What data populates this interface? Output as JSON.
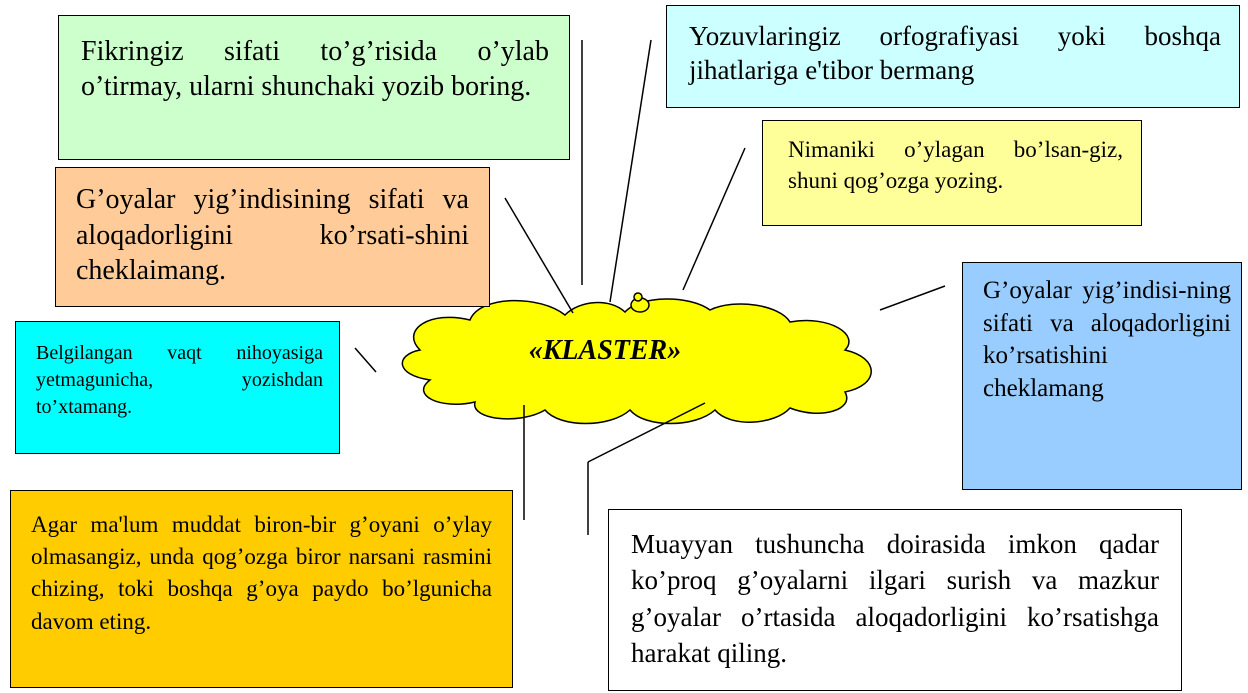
{
  "center": {
    "label": "«KLASTER»",
    "color": "#ffff00"
  },
  "boxes": {
    "b1": {
      "text": "Fikringiz sifati to’g’risida o’ylab o’tirmay, ularni shunchaki yozib boring.",
      "color": "#ccffcc"
    },
    "b2": {
      "text": "Yozuvlaringiz orfografiyasi yoki boshqa jihatlariga e'tibor bermang",
      "color": "#ccffff"
    },
    "b3": {
      "text": "Nimaniki o’ylagan bo’lsan-giz, shuni qog’ozga yozing.",
      "color": "#ffff99"
    },
    "b4": {
      "text": "G’oyalar yig’indisining sifati va aloqadorligini ko’rsati-shini cheklaimang.",
      "color": "#ffcc99"
    },
    "b5": {
      "text": "Belgilangan vaqt nihoyasiga yetmagunicha, yozishdan to’xtamang.",
      "color": "#00ffff"
    },
    "b6": {
      "text": "G’oyalar yig’indisi-ning sifati va aloqadorligini ko’rsatishini cheklamang",
      "color": "#99ccff"
    },
    "b7": {
      "text": "Agar ma'lum muddat biron-bir g’oyani o’ylay olmasangiz, unda qog’ozga biror narsani rasmini chizing, toki boshqa g’oya paydo bo’lgunicha davom eting.",
      "color": "#ffcc00"
    },
    "b8": {
      "text": "Muayyan tushuncha doirasida imkon qadar ko’proq g’oyalarni ilgari surish va mazkur g’oyalar o’rtasida aloqadorligini ko’rsatishga harakat qiling.",
      "color": "#ffffff"
    }
  }
}
